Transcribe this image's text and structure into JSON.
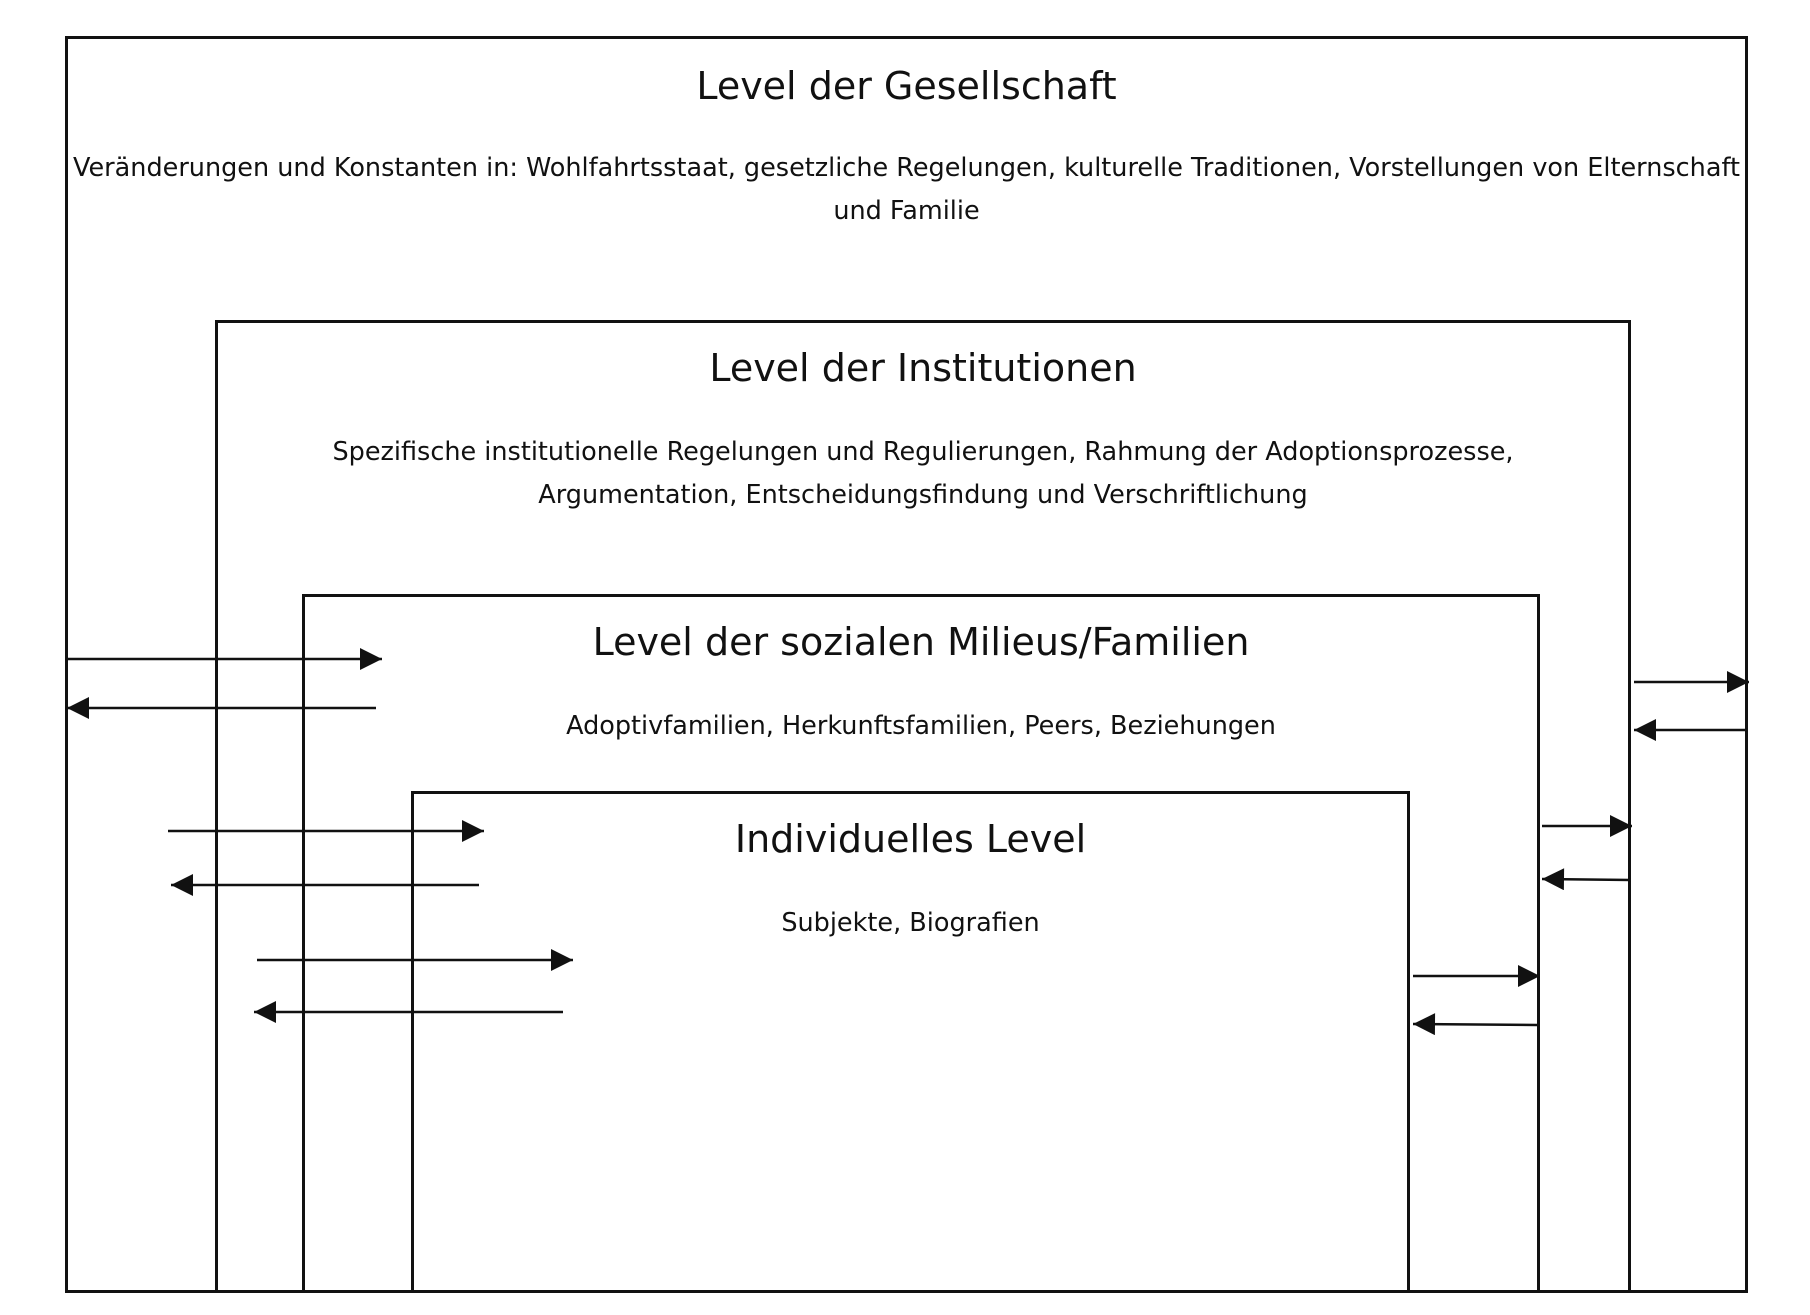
{
  "levels": {
    "society": {
      "title": "Level der Gesellschaft",
      "description": "Veränderungen und Konstanten in: Wohlfahrtsstaat, gesetzliche Regelungen, kulturelle Traditionen, Vorstellungen von Elternschaft und Familie"
    },
    "institutions": {
      "title": "Level der Institutionen",
      "description": "Spezifische institutionelle Regelungen und Regulierungen, Rahmung der Adoptionsprozesse, Argumentation, Entscheidungsfindung und Verschriftlichung"
    },
    "milieus": {
      "title": "Level der sozialen Milieus/Familien",
      "description": "Adoptivfamilien, Herkunftsfamilien, Peers, Beziehungen"
    },
    "individual": {
      "title": "Individuelles Level",
      "description": "Subjekte, Biografien"
    }
  }
}
